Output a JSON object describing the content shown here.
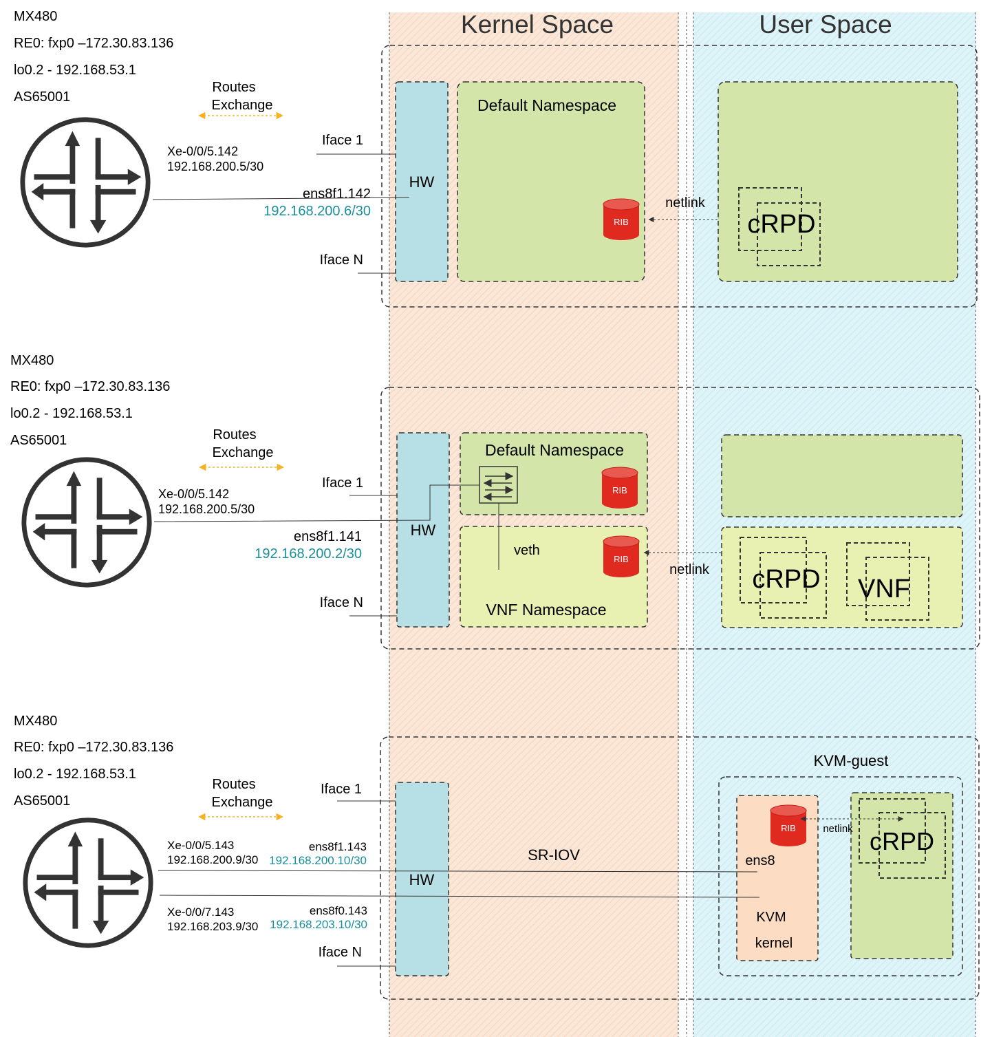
{
  "columns": {
    "kernel": "Kernel Space",
    "user": "User Space"
  },
  "colors": {
    "kernel_bg": "#fbe5d4",
    "user_bg": "#dcf3f7",
    "hw": "#b7e0e6",
    "namespace_green": "#d3e5a8",
    "namespace_light": "#e8f0b2",
    "kvm_kernel": "#fcdcc2",
    "accent_teal": "#1a8f9c",
    "arrow_orange": "#f5b324",
    "rib_red": "#e0291f"
  },
  "routers": [
    {
      "lines": [
        "MX480",
        "RE0: fxp0 –172.30.83.136",
        "lo0.2 - 192.168.53.1",
        "AS65001"
      ],
      "routes_exchange": [
        "Routes",
        "Exchange"
      ],
      "iface1": "Iface 1",
      "ifaceN": "Iface N",
      "hw": "HW",
      "xe_name": "Xe-0/0/5.142",
      "xe_ip": "192.168.200.5/30",
      "ens_name": "ens8f1.142",
      "ens_ip": "192.168.200.6/30",
      "ns_title": "Default Namespace",
      "rib": "RIB",
      "netlink": "netlink",
      "crpd": "cRPD"
    },
    {
      "lines": [
        "MX480",
        "RE0: fxp0 –172.30.83.136",
        "lo0.2 - 192.168.53.1",
        "AS65001"
      ],
      "routes_exchange": [
        "Routes",
        "Exchange"
      ],
      "iface1": "Iface 1",
      "ifaceN": "Iface N",
      "hw": "HW",
      "xe_name": "Xe-0/0/5.142",
      "xe_ip": "192.168.200.5/30",
      "ens_name": "ens8f1.141",
      "ens_ip": "192.168.200.2/30",
      "ns_title": "Default Namespace",
      "vnf_ns_title": "VNF Namespace",
      "veth": "veth",
      "rib": "RIB",
      "netlink": "netlink",
      "crpd": "cRPD",
      "vnf": "VNF"
    },
    {
      "lines": [
        "MX480",
        "RE0: fxp0 –172.30.83.136",
        "lo0.2 - 192.168.53.1",
        "AS65001"
      ],
      "routes_exchange": [
        "Routes",
        "Exchange"
      ],
      "iface1": "Iface 1",
      "ifaceN": "Iface N",
      "hw": "HW",
      "xe1_name": "Xe-0/0/5.143",
      "xe1_ip": "192.168.200.9/30",
      "ens1_name": "ens8f1.143",
      "ens1_ip": "192.168.200.10/30",
      "xe2_name": "Xe-0/0/7.143",
      "xe2_ip": "192.168.203.9/30",
      "ens2_name": "ens8f0.143",
      "ens2_ip": "192.168.203.10/30",
      "sriov": "SR-IOV",
      "kvm_guest": "KVM-guest",
      "ens8": "ens8",
      "kvm": "KVM",
      "kvm_kernel": "kernel",
      "rib": "RIB",
      "netlink": "netlink",
      "crpd": "cRPD"
    }
  ]
}
